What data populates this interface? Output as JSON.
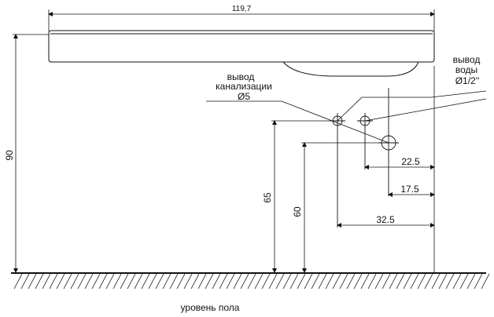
{
  "dimensions": {
    "total_width": "119,7",
    "total_height": "90",
    "drain_height": "65",
    "drain_height_2": "60",
    "water_offset_1": "22.5",
    "water_offset_2": "17.5",
    "drain_offset": "32.5"
  },
  "labels": {
    "drain_line1": "вывод",
    "drain_line2": "канализации",
    "drain_diameter": "Ø5",
    "water_line1": "вывод",
    "water_line2": "воды",
    "water_diameter": "Ø1/2''",
    "floor_level": "уровень пола"
  },
  "colors": {
    "line": "#111111",
    "background": "#ffffff"
  }
}
